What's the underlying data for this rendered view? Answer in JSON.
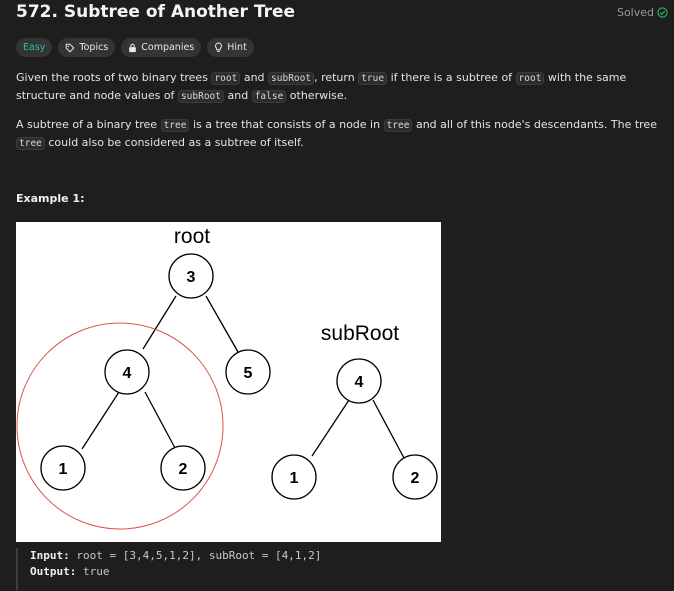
{
  "problem": {
    "title": "572. Subtree of Another Tree",
    "solved_label": "Solved"
  },
  "tags": [
    {
      "label": "Easy"
    },
    {
      "label": "Topics",
      "icon": "tag-icon"
    },
    {
      "label": "Companies",
      "icon": "lock-icon"
    },
    {
      "label": "Hint",
      "icon": "lightbulb-icon"
    }
  ],
  "description": {
    "p1": [
      "Given the roots of two binary trees ",
      "root",
      " and ",
      "subRoot",
      ", return ",
      "true",
      " if there is a subtree of ",
      "root",
      " with the same structure and node values of ",
      "subRoot",
      " and ",
      "false",
      " otherwise."
    ],
    "p2": [
      "A subtree of a binary tree ",
      "tree",
      " is a tree that consists of a node in ",
      "tree",
      " and all of this node's descendants. The tree ",
      "tree",
      " could also be considered as a subtree of itself."
    ]
  },
  "example": {
    "title": "Example 1:",
    "figure": {
      "root_label": "root",
      "subroot_label": "subRoot",
      "root_nodes": [
        "3",
        "4",
        "5",
        "1",
        "2"
      ],
      "subroot_nodes": [
        "4",
        "1",
        "2"
      ]
    },
    "input_label": "Input:",
    "input_value": "root = [3,4,5,1,2], subRoot = [4,1,2]",
    "output_label": "Output:",
    "output_value": "true"
  },
  "colors": {
    "easy": "#2cbbb1",
    "solved_check": "#2cbb5d",
    "highlight_circle": "#d9534f"
  }
}
